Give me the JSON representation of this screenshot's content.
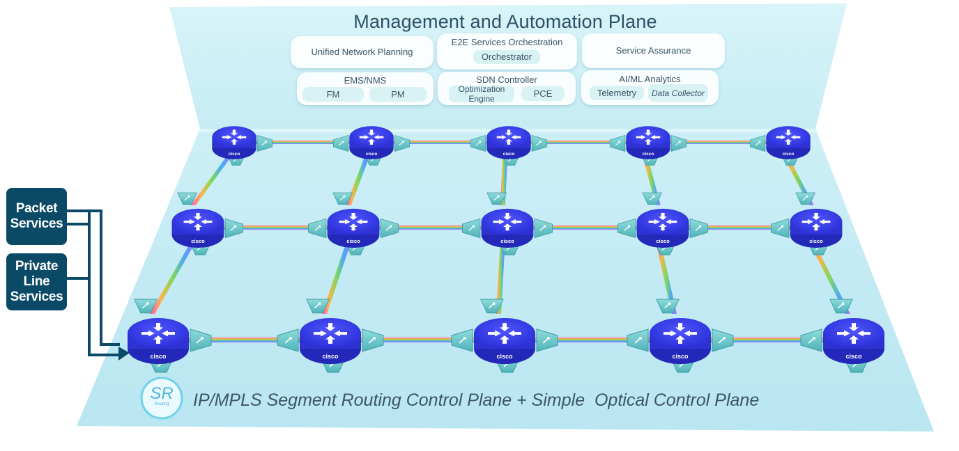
{
  "management_plane": {
    "title": "Management and Automation Plane",
    "cards": {
      "planning": {
        "title": "Unified Network Planning"
      },
      "orchestration": {
        "title": "E2E Services Orchestration",
        "pills": [
          "Orchestrator"
        ]
      },
      "assurance": {
        "title": "Service Assurance"
      },
      "ems": {
        "title": "EMS/NMS",
        "pills": [
          "FM",
          "PM"
        ]
      },
      "sdn": {
        "title": "SDN Controller",
        "pills": [
          "Optimization Engine",
          "PCE"
        ]
      },
      "analytics": {
        "title": "AI/ML Analytics",
        "pills": [
          "Telemetry",
          "Data Collector"
        ]
      }
    }
  },
  "services": {
    "packet": "Packet Services",
    "private_line": "Private Line Services"
  },
  "control_plane": {
    "badge": "SR",
    "badge_sub": "Routing",
    "caption": "IP/MPLS Segment Routing Control Plane + Simple  Optical Control Plane"
  },
  "router_brand": "cisco",
  "colors": {
    "plane": "#c8eef6",
    "router": "#3a3ff0",
    "amplifier": "#6cc6c9",
    "service_box": "#0b4a66"
  }
}
